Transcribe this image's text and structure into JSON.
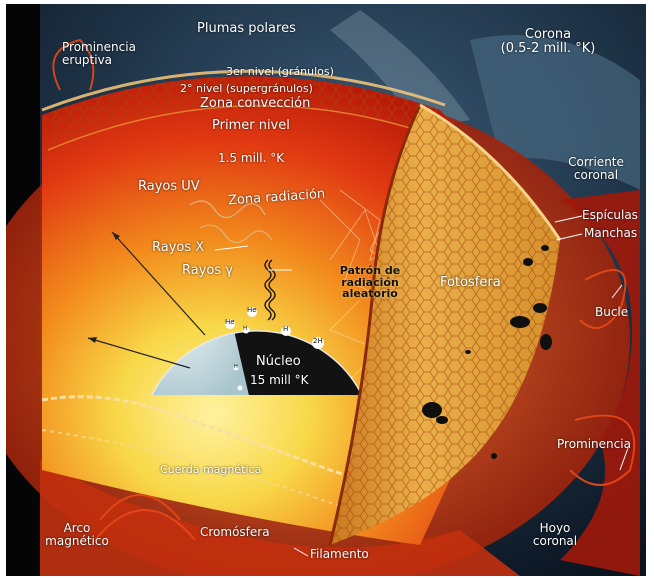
{
  "colors": {
    "background": "#ffffff",
    "space": "#0a1420",
    "corona_blue": "#2e4e66",
    "sun_red": "#d8250c",
    "sun_orange": "#f07818",
    "sun_yellow": "#f8e060",
    "photosphere": "#e2a43a",
    "core_light": "#c8dce2",
    "core_dark": "#121212",
    "label_text": "#ffffff"
  },
  "labels": {
    "plumas_polares": "Plumas polares",
    "corona": "Corona",
    "corona_temp": "(0.5-2 mill. °K)",
    "prominencia_eruptiva": "Prominencia eruptiva",
    "tercer_nivel": "3er nivel (gránulos)",
    "segundo_nivel": "2° nivel (supergránulos)",
    "zona_conveccion": "Zona convección",
    "primer_nivel": "Primer nivel",
    "temp_radiacion": "1.5 mill. °K",
    "corriente_coronal": "Corriente coronal",
    "rayos_uv": "Rayos UV",
    "zona_radiacion": "Zona radiación",
    "espiculas": "Espículas",
    "manchas": "Manchas",
    "rayos_x": "Rayos X",
    "rayos_gamma": "Rayos γ",
    "patron_radiacion": "Patrón de radiación aleatorio",
    "fotosfera": "Fotosfera",
    "bucle": "Bucle",
    "nucleo": "Núcleo",
    "nucleo_temp": "15 mill °K",
    "prominencia": "Prominencia",
    "cuerda_magnetica": "Cuerda magnética",
    "arco_magnetico": "Arco magnético",
    "cromosfera": "Cromósfera",
    "hoyo_coronal": "Hoyo coronal",
    "filamento": "Filamento"
  },
  "core_particles": [
    "He",
    "He",
    "H",
    "H",
    "H",
    "2H"
  ]
}
